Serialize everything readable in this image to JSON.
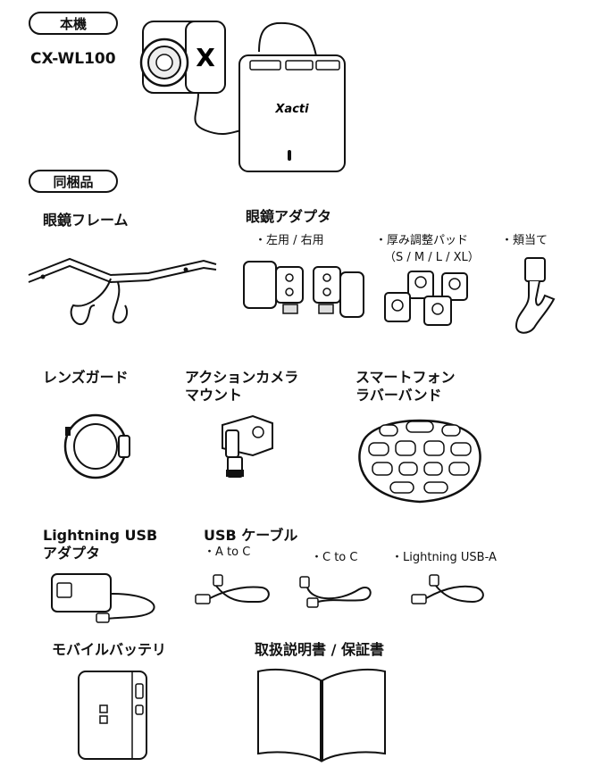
{
  "main_unit": {
    "badge": "本機",
    "model": "CX-WL100",
    "logo_x": "X",
    "logo_brand": "Xacti"
  },
  "accessories": {
    "badge": "同梱品"
  },
  "glasses_frame": {
    "title": "眼鏡フレーム"
  },
  "glasses_adapter": {
    "title": "眼鏡アダプタ",
    "items": [
      "・左用 / 右用",
      "・厚み調整パッド",
      "（S / M / L / XL）",
      "・頬当て"
    ]
  },
  "lens_guard": {
    "title": "レンズガード"
  },
  "action_mount": {
    "title_line1": "アクションカメラ",
    "title_line2": "マウント"
  },
  "phone_band": {
    "title_line1": "スマートフォン",
    "title_line2": "ラバーバンド"
  },
  "lightning_adapter": {
    "title_line1": "Lightning USB",
    "title_line2": "アダプタ"
  },
  "usb_cables": {
    "title": "USB ケーブル",
    "items": [
      "・A to C",
      "・C to C",
      "・Lightning USB-A"
    ]
  },
  "battery": {
    "title": "モバイルバッテリ"
  },
  "manual": {
    "title": "取扱説明書 / 保証書"
  }
}
